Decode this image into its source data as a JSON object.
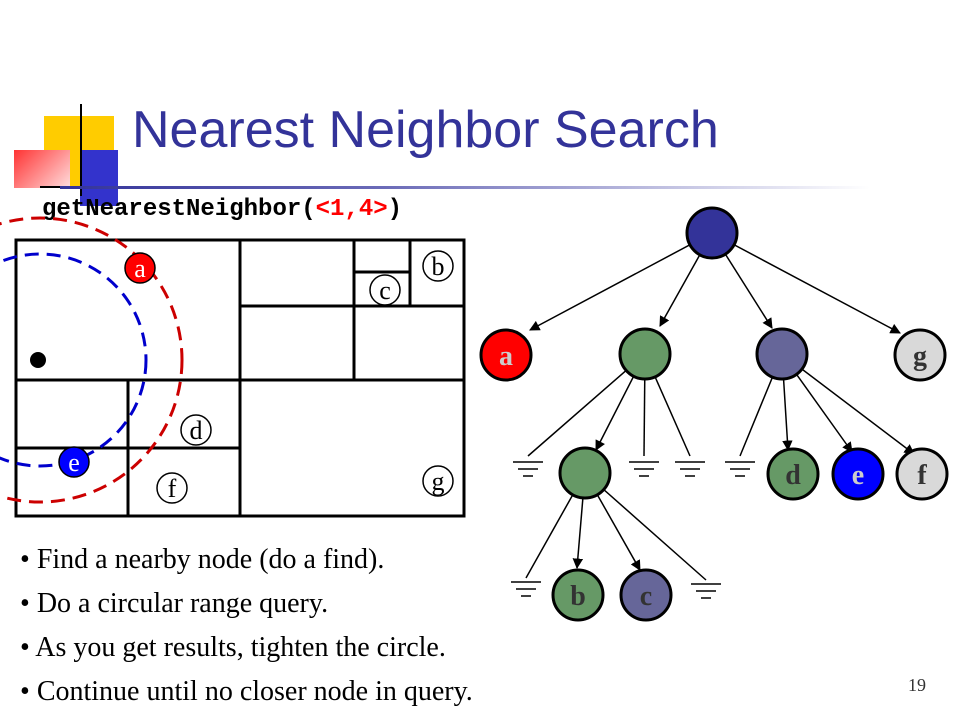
{
  "title": "Nearest Neighbor Search",
  "call": {
    "prefix": "getNearestNeighbor(",
    "arg": "<1,4>",
    "suffix": ")"
  },
  "quadtree_labels": {
    "a": "a",
    "b": "b",
    "c": "c",
    "d": "d",
    "e": "e",
    "f": "f",
    "g": "g"
  },
  "tree_labels": {
    "a": "a",
    "g": "g",
    "d": "d",
    "e": "e",
    "f": "f",
    "b": "b",
    "c": "c"
  },
  "bullets": [
    "Find a nearby node (do a find).",
    "Do a circular range query.",
    "As you get results, tighten the circle.",
    "Continue until no closer node in query."
  ],
  "page_number": "19",
  "colors": {
    "title": "#333399",
    "highlight_red": "#ff0000",
    "highlight_blue": "#0000ff",
    "root_node": "#333399",
    "green_node": "#669966",
    "slate_node": "#666699",
    "gray_node": "#d9d9d9"
  }
}
